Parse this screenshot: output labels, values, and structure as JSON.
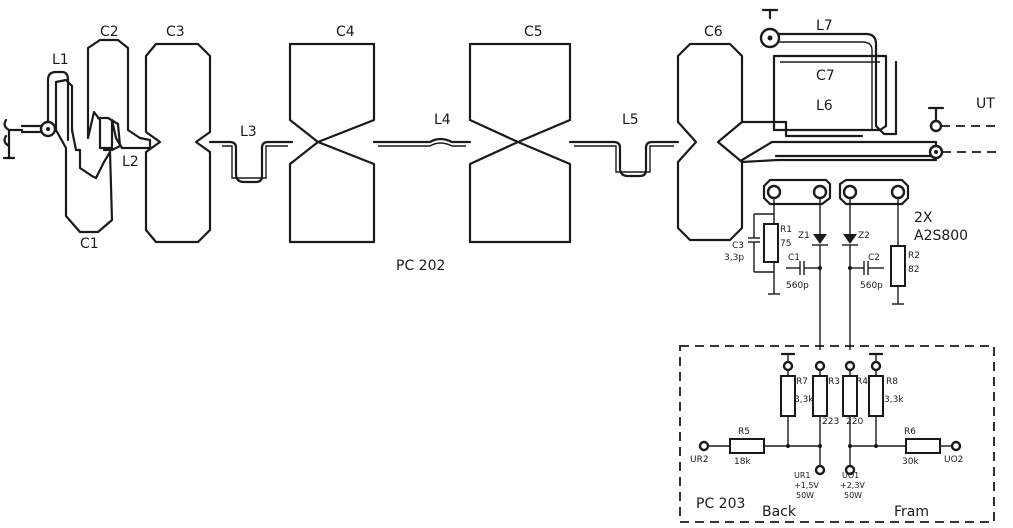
{
  "pcb": {
    "c1": "C1",
    "c2": "C2",
    "c3": "C3",
    "c4": "C4",
    "c5": "C5",
    "c6": "C6",
    "c7": "C7",
    "l1": "L1",
    "l2": "L2",
    "l3": "L3",
    "l4": "L4",
    "l5": "L5",
    "l6": "L6",
    "l7": "L7",
    "ut": "UT",
    "board": "PC 202"
  },
  "bias": {
    "c3": "C3",
    "c3_val": "3,3p",
    "r1": "R1",
    "r1_val": "75",
    "z1": "Z1",
    "z2": "Z2",
    "c1": "C1",
    "c1_val": "560p",
    "c2": "C2",
    "c2_val": "560p",
    "r2": "R2",
    "r2_val": "82",
    "diode_qty": "2X",
    "diode_type": "A2S800"
  },
  "coupler": {
    "r7": "R7",
    "r7_val": "3,3k",
    "r3": "R3",
    "r3_val": "223",
    "r4": "R4",
    "r4_val": "220",
    "r8": "R8",
    "r8_val": "3,3k",
    "r5": "R5",
    "r5_val": "18k",
    "r6": "R6",
    "r6_val": "30k",
    "ur2": "UR2",
    "uo2": "UO2",
    "ur1": "UR1",
    "ur1_volt": "+1,5V",
    "ur1_pow": "50W",
    "uo1": "UO1",
    "uo1_volt": "+2,3V",
    "uo1_pow": "50W",
    "board": "PC 203",
    "back": "Back",
    "fram": "Fram"
  }
}
